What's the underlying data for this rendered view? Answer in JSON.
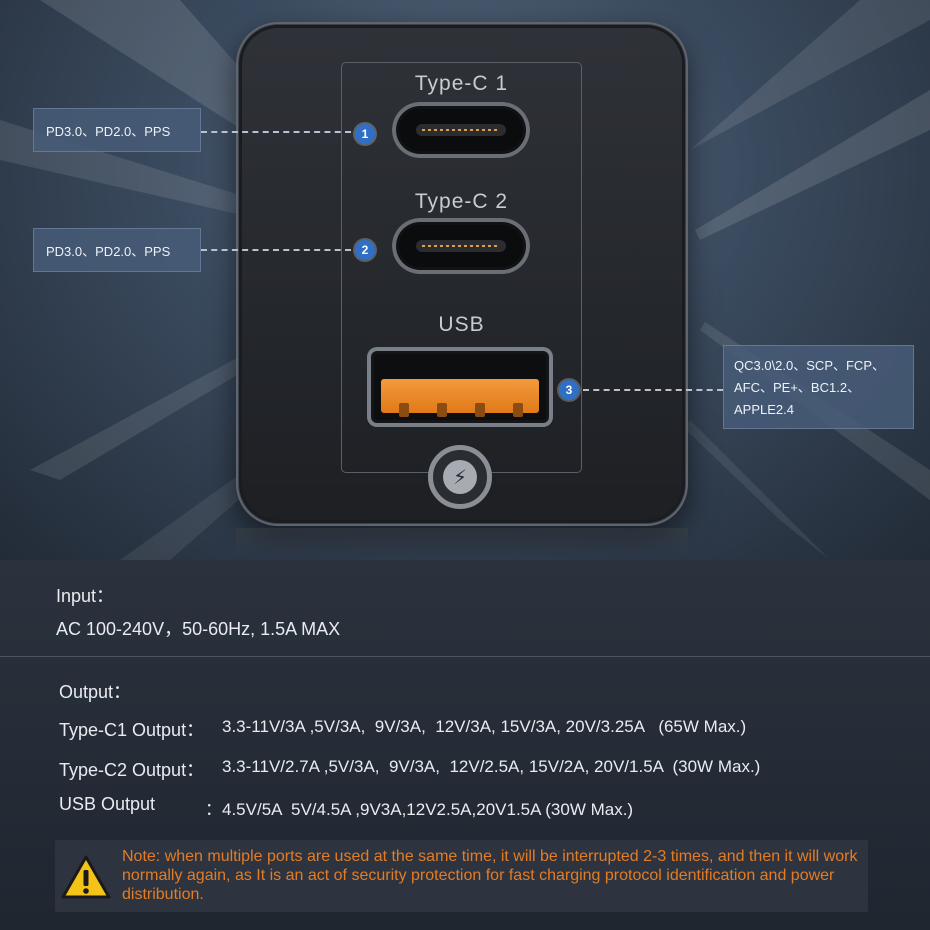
{
  "ports": {
    "typec1_label": "Type-C 1",
    "typec2_label": "Type-C 2",
    "usb_label": "USB",
    "badge1": "1",
    "badge2": "2",
    "badge3": "3"
  },
  "callouts": {
    "typec1": "PD3.0、PD2.0、PPS",
    "typec2": "PD3.0、PD2.0、PPS",
    "usb_line1": "QC3.0\\2.0、SCP、FCP、",
    "usb_line2": "AFC、PE+、BC1.2、",
    "usb_line3": "APPLE2.4"
  },
  "input": {
    "label": "Input：",
    "value": "AC 100-240V，50-60Hz, 1.5A MAX"
  },
  "output": {
    "label": "Output：",
    "rows": [
      {
        "label": "Type-C1 Output：",
        "value": "3.3-11V/3A ,5V/3A,  9V/3A,  12V/3A, 15V/3A, 20V/3.25A   (65W Max.)"
      },
      {
        "label": "Type-C2 Output：",
        "value": "3.3-11V/2.7A ,5V/3A,  9V/3A,  12V/2.5A, 15V/2A, 20V/1.5A  (30W Max.)"
      },
      {
        "label": "USB Output",
        "value": "：4.5V/5A  5V/4.5A ,9V3A,12V2.5A,20V1.5A (30W Max.)"
      }
    ]
  },
  "note": {
    "text": "Note: when multiple ports are used at the same time, it will be interrupted 2-3 times, and then it will work normally again, as It is an act of security protection for fast charging protocol identification and power distribution."
  },
  "icons": {
    "warning": "warning-triangle-icon",
    "logo": "lightning-logo-icon"
  },
  "colors": {
    "accent_orange": "#e37c24",
    "badge_blue": "#2f6fc6",
    "usb_tab": "#f39a3c"
  }
}
